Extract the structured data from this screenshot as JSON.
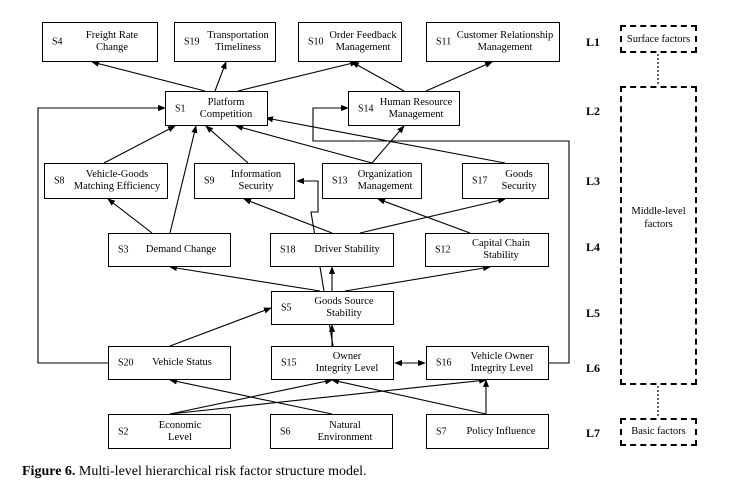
{
  "nodes": {
    "s4": {
      "id": "S4",
      "text": "Freight Rate\nChange"
    },
    "s19": {
      "id": "S19",
      "text": "Transportation\nTimeliness"
    },
    "s10": {
      "id": "S10",
      "text": "Order Feedback\nManagement"
    },
    "s11": {
      "id": "S11",
      "text": "Customer Relationship\nManagement"
    },
    "s1": {
      "id": "S1",
      "text": "Platform\nCompetition"
    },
    "s14": {
      "id": "S14",
      "text": "Human Resource\nManagement"
    },
    "s8": {
      "id": "S8",
      "text": "Vehicle-Goods\nMatching Efficiency"
    },
    "s9": {
      "id": "S9",
      "text": "Information\nSecurity"
    },
    "s13": {
      "id": "S13",
      "text": "Organization\nManagement"
    },
    "s17": {
      "id": "S17",
      "text": "Goods\nSecurity"
    },
    "s3": {
      "id": "S3",
      "text": "Demand Change"
    },
    "s18": {
      "id": "S18",
      "text": "Driver Stability"
    },
    "s12": {
      "id": "S12",
      "text": "Capital Chain\nStability"
    },
    "s5": {
      "id": "S5",
      "text": "Goods Source\nStability"
    },
    "s20": {
      "id": "S20",
      "text": "Vehicle Status"
    },
    "s15": {
      "id": "S15",
      "text": "Owner\nIntegrity Level"
    },
    "s16": {
      "id": "S16",
      "text": "Vehicle Owner\nIntegrity Level"
    },
    "s2": {
      "id": "S2",
      "text": "Economic\nLevel"
    },
    "s6": {
      "id": "S6",
      "text": "Natural\nEnvironment"
    },
    "s7": {
      "id": "S7",
      "text": "Policy Influence"
    }
  },
  "levels": [
    "L1",
    "L2",
    "L3",
    "L4",
    "L5",
    "L6",
    "L7"
  ],
  "groups": {
    "surface": "Surface factors",
    "middle": "Middle-level\nfactors",
    "basic": "Basic factors"
  },
  "caption": {
    "label": "Figure 6.",
    "text": " Multi-level hierarchical risk factor structure model."
  }
}
